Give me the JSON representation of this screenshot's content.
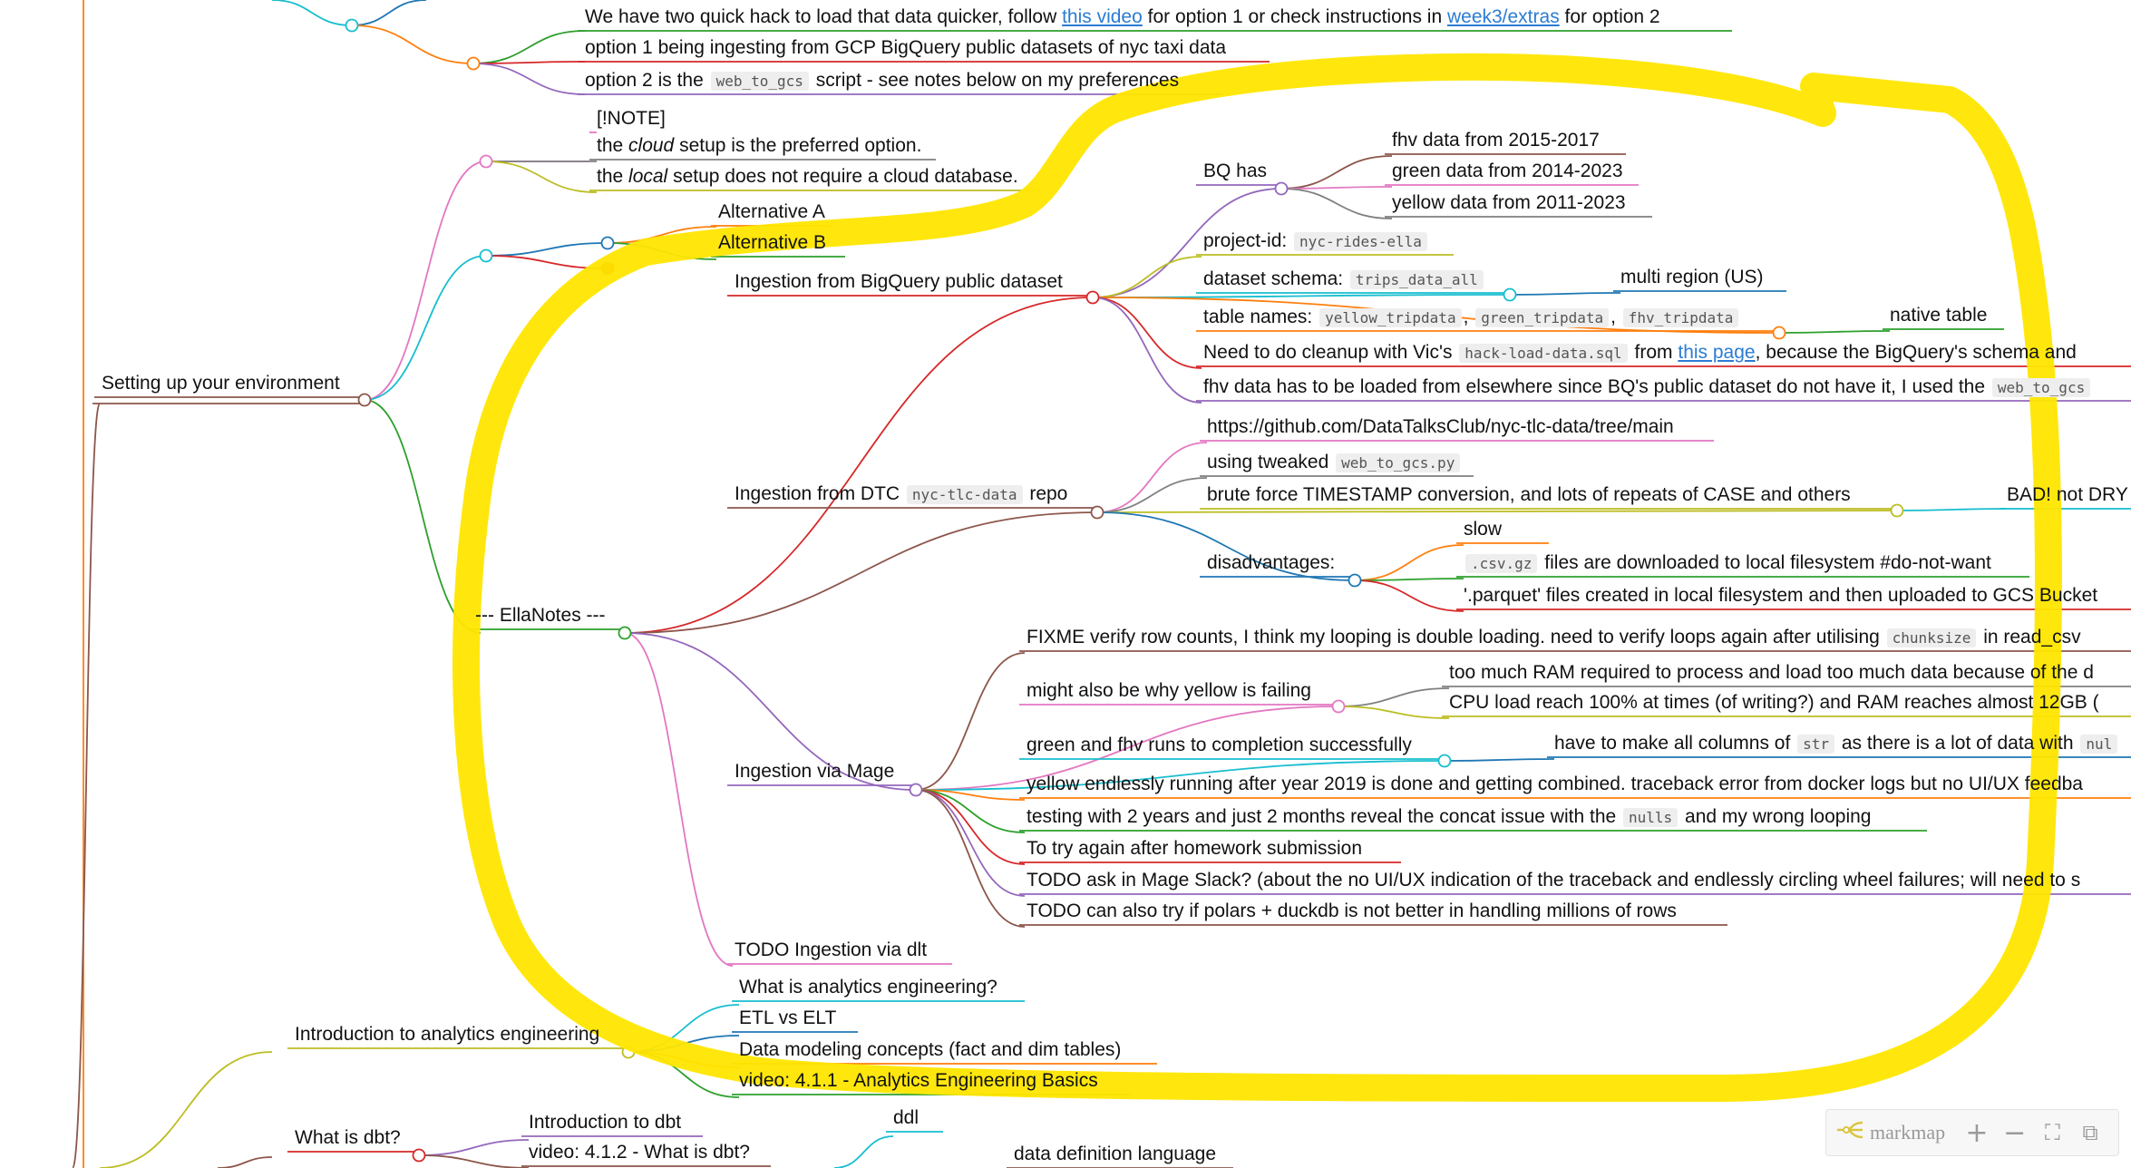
{
  "nodes": {
    "quick_hack": {
      "parts": [
        {
          "t": "We have two quick hack to load that data quicker, follow "
        },
        {
          "t": "this video",
          "link": true
        },
        {
          "t": " for option 1 or check instructions in "
        },
        {
          "t": "week3/extras",
          "link": true
        },
        {
          "t": " for option 2"
        }
      ]
    },
    "option1": {
      "parts": [
        {
          "t": "option 1 being ingesting from GCP BigQuery public datasets of nyc taxi data"
        }
      ]
    },
    "option2": {
      "parts": [
        {
          "t": "option 2 is the "
        },
        {
          "t": "web_to_gcs",
          "code": true
        },
        {
          "t": " script - see notes below on my preferences"
        }
      ]
    },
    "note_tag": {
      "parts": [
        {
          "t": "[!NOTE]"
        }
      ]
    },
    "note_cloud": {
      "parts": [
        {
          "t": "the "
        },
        {
          "t": "cloud",
          "em": true
        },
        {
          "t": " setup is the preferred option."
        }
      ]
    },
    "note_local": {
      "parts": [
        {
          "t": "the "
        },
        {
          "t": "local",
          "em": true
        },
        {
          "t": " setup does not require a cloud database."
        }
      ]
    },
    "alt_a": {
      "parts": [
        {
          "t": "Alternative A"
        }
      ]
    },
    "alt_b": {
      "parts": [
        {
          "t": "Alternative B"
        }
      ]
    },
    "setup_env": {
      "parts": [
        {
          "t": "Setting up your environment"
        }
      ]
    },
    "bq_public": {
      "parts": [
        {
          "t": "Ingestion from BigQuery public dataset"
        }
      ]
    },
    "bq_has": {
      "parts": [
        {
          "t": "BQ has"
        }
      ]
    },
    "fhv_data": {
      "parts": [
        {
          "t": "fhv data from 2015-2017"
        }
      ]
    },
    "green_data": {
      "parts": [
        {
          "t": "green data from 2014-2023"
        }
      ]
    },
    "yellow_data": {
      "parts": [
        {
          "t": "yellow data from 2011-2023"
        }
      ]
    },
    "project_id": {
      "parts": [
        {
          "t": "project-id: "
        },
        {
          "t": "nyc-rides-ella",
          "code": true
        }
      ]
    },
    "dataset_schema": {
      "parts": [
        {
          "t": "dataset schema: "
        },
        {
          "t": "trips_data_all",
          "code": true
        }
      ]
    },
    "multi_region": {
      "parts": [
        {
          "t": "multi region (US)"
        }
      ]
    },
    "table_names": {
      "parts": [
        {
          "t": "table names: "
        },
        {
          "t": "yellow_tripdata",
          "code": true
        },
        {
          "t": ", "
        },
        {
          "t": "green_tripdata",
          "code": true
        },
        {
          "t": ", "
        },
        {
          "t": "fhv_tripdata",
          "code": true
        }
      ]
    },
    "native_table": {
      "parts": [
        {
          "t": "native table"
        }
      ]
    },
    "cleanup": {
      "parts": [
        {
          "t": "Need to do cleanup with Vic's "
        },
        {
          "t": "hack-load-data.sql",
          "code": true
        },
        {
          "t": " from "
        },
        {
          "t": "this page",
          "link": true
        },
        {
          "t": ", because the BigQuery's schema and"
        }
      ]
    },
    "fhv_elsewhere": {
      "parts": [
        {
          "t": "fhv data has to be loaded from elsewhere since BQ's public dataset do not have it, I used the "
        },
        {
          "t": "web_to_gcs",
          "code": true
        }
      ]
    },
    "dtc_repo": {
      "parts": [
        {
          "t": "Ingestion from DTC "
        },
        {
          "t": "nyc-tlc-data",
          "code": true
        },
        {
          "t": " repo"
        }
      ]
    },
    "github_url": {
      "parts": [
        {
          "t": "https://github.com/DataTalksClub/nyc-tlc-data/tree/main"
        }
      ]
    },
    "tweaked": {
      "parts": [
        {
          "t": "using tweaked "
        },
        {
          "t": "web_to_gcs.py",
          "code": true
        }
      ]
    },
    "brute_force": {
      "parts": [
        {
          "t": "brute force TIMESTAMP conversion, and lots of repeats of CASE and others"
        }
      ]
    },
    "bad_dry": {
      "parts": [
        {
          "t": "BAD! not DRY"
        }
      ]
    },
    "disadvantages": {
      "parts": [
        {
          "t": "disadvantages:"
        }
      ]
    },
    "slow": {
      "parts": [
        {
          "t": "slow"
        }
      ]
    },
    "csv_gz": {
      "parts": [
        {
          "t": ".csv.gz",
          "code": true
        },
        {
          "t": " files are downloaded to local filesystem #do-not-want"
        }
      ]
    },
    "parquet": {
      "parts": [
        {
          "t": "'.parquet' files created in local filesystem and then uploaded to GCS Bucket"
        }
      ]
    },
    "ellanotes": {
      "parts": [
        {
          "t": "--- EllaNotes ---"
        }
      ]
    },
    "fixme": {
      "parts": [
        {
          "t": "FIXME verify row counts, I think my looping is double loading. need to verify loops again after utilising "
        },
        {
          "t": "chunksize",
          "code": true
        },
        {
          "t": " in read_csv"
        }
      ]
    },
    "yellow_failing": {
      "parts": [
        {
          "t": "might also be why yellow is failing"
        }
      ]
    },
    "too_much_ram": {
      "parts": [
        {
          "t": "too much RAM required to process and load too much data because of the d"
        }
      ]
    },
    "cpu_load": {
      "parts": [
        {
          "t": "CPU load reach 100% at times (of writing?) and RAM reaches almost 12GB ("
        }
      ]
    },
    "mage": {
      "parts": [
        {
          "t": "Ingestion via Mage"
        }
      ]
    },
    "green_fhv_ok": {
      "parts": [
        {
          "t": "green and fhv runs to completion successfully"
        }
      ]
    },
    "all_columns_str": {
      "parts": [
        {
          "t": "have to make all columns of "
        },
        {
          "t": "str",
          "code": true
        },
        {
          "t": " as there is a lot of data with "
        },
        {
          "t": "nul",
          "code": true
        }
      ]
    },
    "yellow_running": {
      "parts": [
        {
          "t": "yellow endlessly running after year 2019 is done and getting combined. traceback error from docker logs but no UI/UX feedba"
        }
      ]
    },
    "testing_concat": {
      "parts": [
        {
          "t": "testing with 2 years and just 2 months reveal the concat issue with the "
        },
        {
          "t": "nulls",
          "code": true
        },
        {
          "t": " and my wrong looping"
        }
      ]
    },
    "try_again": {
      "parts": [
        {
          "t": "To try again after homework submission"
        }
      ]
    },
    "ask_slack": {
      "parts": [
        {
          "t": "TODO ask in Mage Slack? (about the no UI/UX indication of the traceback and endlessly circling wheel failures; will need to s"
        }
      ]
    },
    "polars": {
      "parts": [
        {
          "t": "TODO can also try if polars + duckdb is not better in handling millions of rows"
        }
      ]
    },
    "dlt": {
      "parts": [
        {
          "t": "TODO Ingestion via dlt"
        }
      ]
    },
    "what_is_ae": {
      "parts": [
        {
          "t": "What is analytics engineering?"
        }
      ]
    },
    "etl_elt": {
      "parts": [
        {
          "t": "ETL vs ELT"
        }
      ]
    },
    "data_modeling": {
      "parts": [
        {
          "t": "Data modeling concepts (fact and dim tables)"
        }
      ]
    },
    "video_411": {
      "parts": [
        {
          "t": "video: 4.1.1 - Analytics Engineering Basics"
        }
      ]
    },
    "intro_ae": {
      "parts": [
        {
          "t": "Introduction to analytics engineering"
        }
      ]
    },
    "what_is_dbt": {
      "parts": [
        {
          "t": "What is dbt?"
        }
      ]
    },
    "intro_dbt": {
      "parts": [
        {
          "t": "Introduction to dbt"
        }
      ]
    },
    "video_412": {
      "parts": [
        {
          "t": "video: 4.1.2 - What is dbt?"
        }
      ]
    },
    "ddl": {
      "parts": [
        {
          "t": "ddl"
        }
      ]
    },
    "ddl_full": {
      "parts": [
        {
          "t": "data definition language"
        }
      ]
    }
  },
  "toolbar": {
    "brand": "markmap",
    "zoom_in": "+",
    "zoom_out": "−",
    "fit": "⛶",
    "toggle": "⧉"
  },
  "colors": {
    "highlight": "#ffe600",
    "link": "#2b7cd3",
    "red": "#d62728",
    "green": "#2ca02c",
    "orange": "#ff7f0e",
    "blue": "#1f77b4",
    "purple": "#9467bd",
    "brown": "#8c564b",
    "pink": "#e377c2",
    "gray": "#7f7f7f",
    "olive": "#bcbd22",
    "cyan": "#17becf"
  }
}
